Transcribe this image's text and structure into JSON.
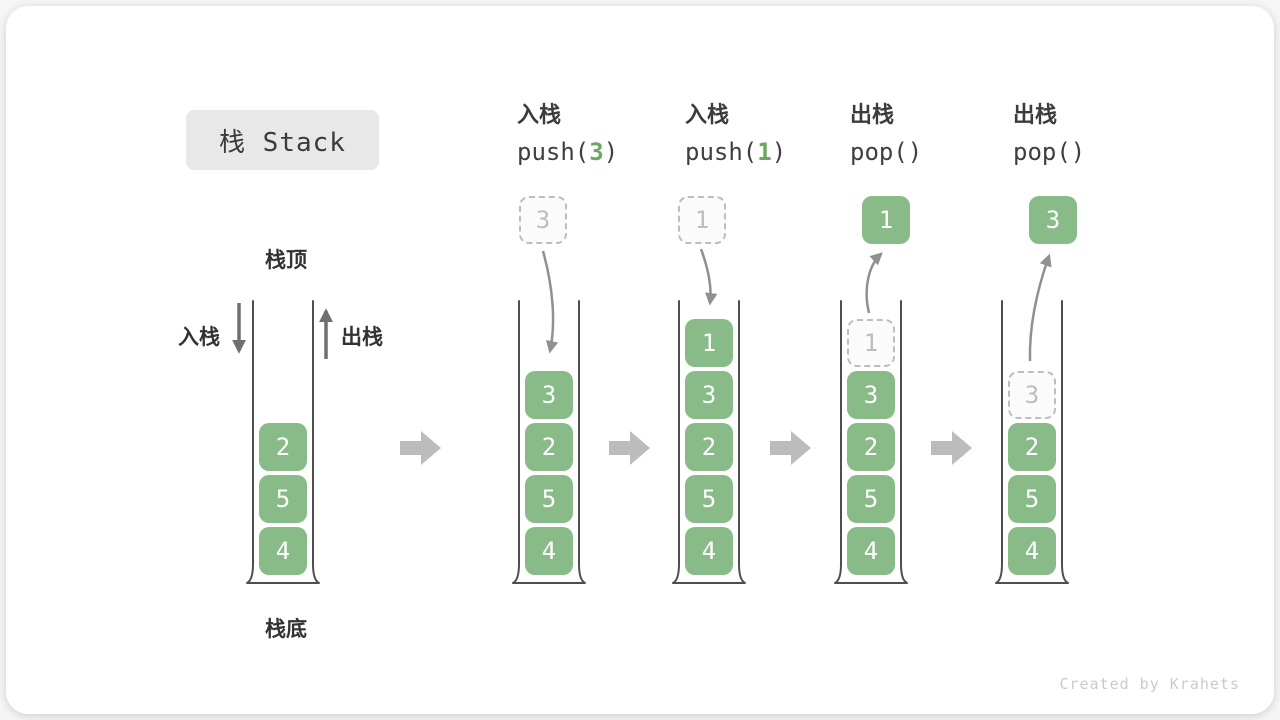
{
  "title": {
    "label": "栈 Stack"
  },
  "legend": {
    "top": "栈顶",
    "bottom": "栈底",
    "push": "入栈",
    "pop": "出栈"
  },
  "initial_stack": {
    "values": [
      "2",
      "5",
      "4"
    ]
  },
  "steps": [
    {
      "op": "入栈",
      "code_pre": "push(",
      "arg": "3",
      "code_post": ")",
      "incoming": "3",
      "stack": [
        "3",
        "2",
        "5",
        "4"
      ]
    },
    {
      "op": "入栈",
      "code_pre": "push(",
      "arg": "1",
      "code_post": ")",
      "incoming": "1",
      "stack": [
        "1",
        "3",
        "2",
        "5",
        "4"
      ]
    },
    {
      "op": "出栈",
      "code": "pop()",
      "popped": "1",
      "ghost": "1",
      "stack": [
        "3",
        "2",
        "5",
        "4"
      ]
    },
    {
      "op": "出栈",
      "code": "pop()",
      "popped": "3",
      "ghost": "3",
      "stack": [
        "2",
        "5",
        "4"
      ]
    }
  ],
  "watermark": "Created by Krahets",
  "colors": {
    "box_green": "#88bb88",
    "code_green": "#69a95e",
    "step_arrow_gray": "#bcbcbc",
    "wall_gray": "#4e4e4e",
    "curve_arrow_gray": "#909090"
  }
}
